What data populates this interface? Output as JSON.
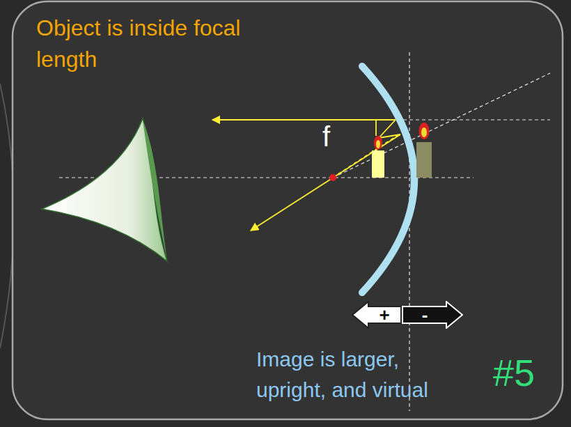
{
  "diagram": {
    "nodes": [
      {
        "text": [
          "+"
        ]
      },
      {
        "text": [
          "-"
        ]
      }
    ],
    "labels": [
      "Object is inside focal length",
      "f",
      "Image is larger, upright, and virtual",
      "#5"
    ]
  }
}
